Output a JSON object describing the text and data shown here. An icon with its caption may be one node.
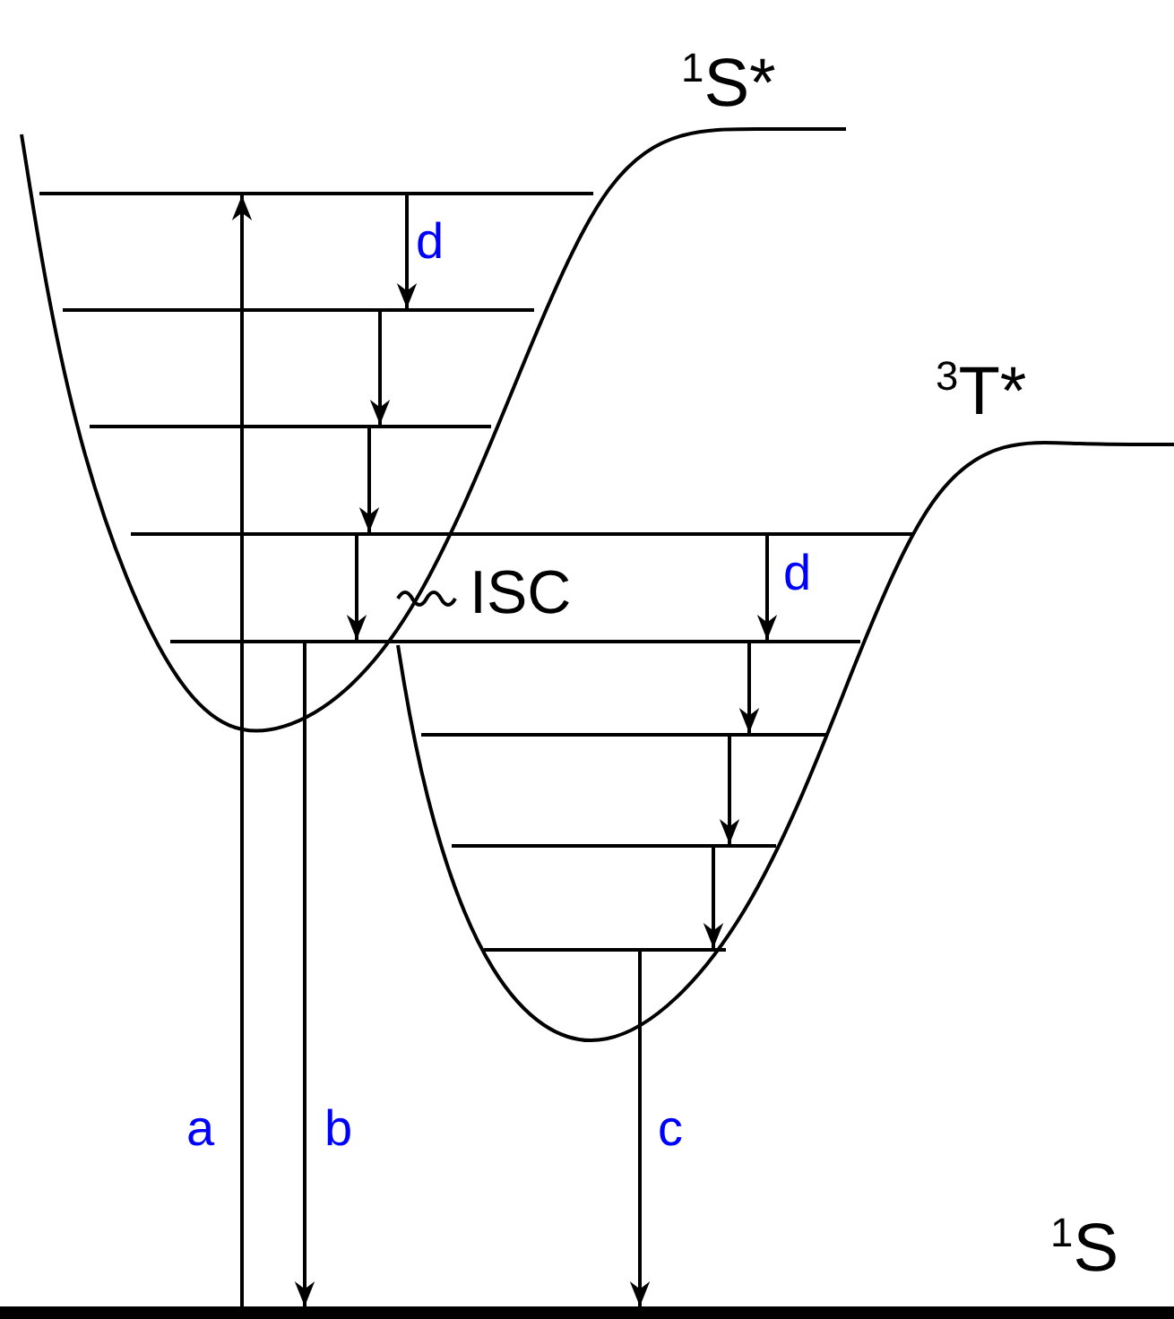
{
  "diagram": {
    "nodes": [
      {
        "text": [],
        "shape": "bar"
      },
      {
        "text": [],
        "shape": "bar"
      },
      {
        "text": [],
        "shape": "bar"
      },
      {
        "text": [],
        "shape": "bar"
      },
      {
        "text": [],
        "shape": "bar"
      },
      {
        "text": [],
        "shape": "bar"
      },
      {
        "text": [],
        "shape": "bar"
      },
      {
        "text": [],
        "shape": "bar"
      },
      {
        "text": [],
        "shape": "bar",
        "beside": [
          "$^{1}$S"
        ]
      }
    ],
    "edges": [
      {
        "from": 8,
        "to": 0,
        "arrow": "to",
        "label": "a"
      },
      {
        "from": 0,
        "to": 1,
        "arrow": "to",
        "label": "d"
      },
      {
        "from": 1,
        "to": 2,
        "arrow": "to"
      },
      {
        "from": 2,
        "to": 3,
        "arrow": "to"
      },
      {
        "from": 3,
        "to": 4,
        "arrow": "to"
      },
      {
        "from": 4,
        "to": 8,
        "arrow": "to",
        "label": "b"
      },
      {
        "from": 3,
        "to": 4,
        "arrow": "to",
        "label": "d"
      },
      {
        "from": 4,
        "to": 5,
        "arrow": "to"
      },
      {
        "from": 5,
        "to": 6,
        "arrow": "to"
      },
      {
        "from": 6,
        "to": 7,
        "arrow": "to"
      },
      {
        "from": 7,
        "to": 8,
        "arrow": "to",
        "label": "c"
      }
    ],
    "labels": [
      "$^{1}$S*",
      "$^{3}$T*",
      "ISC"
    ]
  }
}
